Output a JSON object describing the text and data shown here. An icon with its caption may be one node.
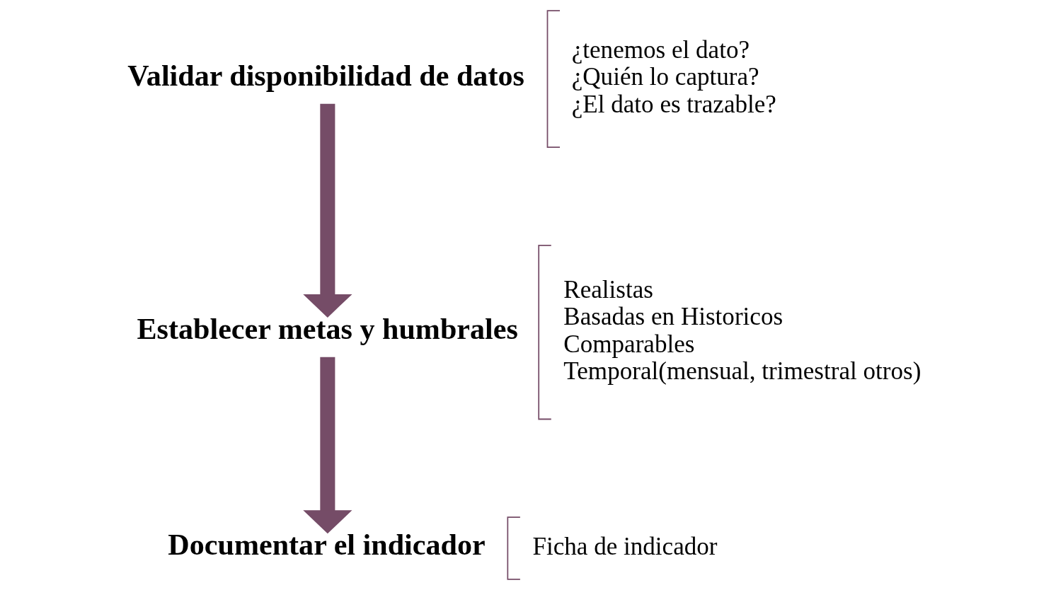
{
  "diagram": {
    "nodes": [
      {
        "text": [
          "Validar disponibilidad de datos"
        ],
        "beside": [
          "¿tenemos el dato?",
          "¿Quién lo captura?",
          "¿El dato es trazable?"
        ]
      },
      {
        "text": [
          "Establecer metas y humbrales"
        ],
        "beside": [
          "Realistas",
          "Basadas en Historicos",
          "Comparables",
          "Temporal(mensual, trimestral otros)"
        ]
      },
      {
        "text": [
          "Documentar el indicador"
        ],
        "beside": [
          "Ficha de indicador"
        ]
      }
    ],
    "edges": [
      {
        "from": 0,
        "to": 1,
        "arrow": "to"
      },
      {
        "from": 1,
        "to": 2,
        "arrow": "to"
      }
    ]
  }
}
